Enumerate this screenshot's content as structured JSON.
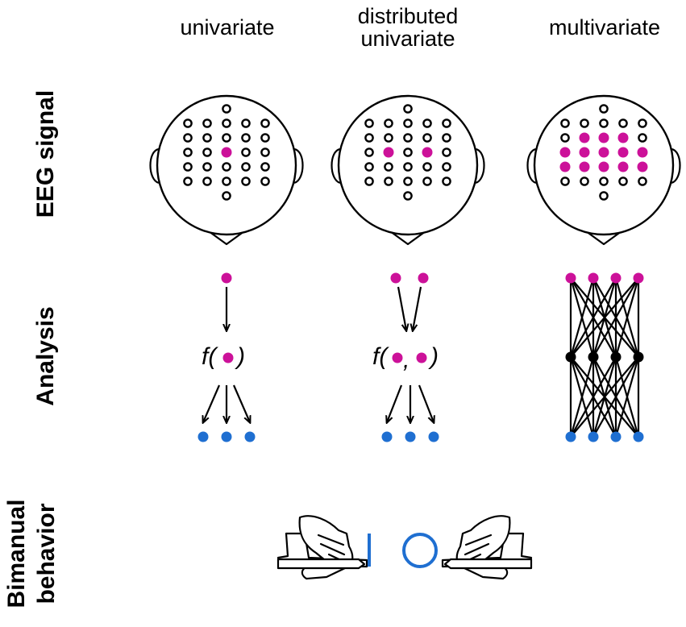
{
  "columns": {
    "univariate": "univariate",
    "distributed_univariate": [
      "distributed",
      "univariate"
    ],
    "multivariate": "multivariate"
  },
  "rows": {
    "eeg": "EEG signal",
    "analysis": "Analysis",
    "bimanual": [
      "Bimanual",
      "behavior"
    ]
  },
  "formulas": {
    "univariate": {
      "prefix": "f(",
      "suffix": ")"
    },
    "distributed": {
      "prefix": "f(",
      "separator": ",",
      "suffix": ")"
    }
  },
  "colors": {
    "active_electrode": "#cc1199",
    "output_node": "#1f6fd1",
    "hidden_node": "#000000",
    "target_shapes": "#1f6fd1"
  },
  "icons": [
    "head-icon",
    "electrode-icon",
    "hand-with-pen-icon",
    "target-line-icon",
    "target-circle-icon"
  ]
}
